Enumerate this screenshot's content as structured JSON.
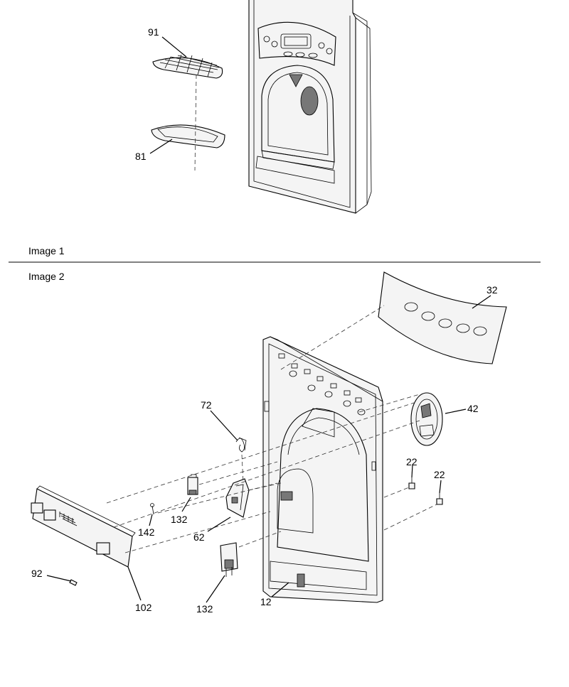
{
  "captions": {
    "image1": "Image 1",
    "image2": "Image 2"
  },
  "callouts": {
    "c91": "91",
    "c81": "81",
    "c32": "32",
    "c42": "42",
    "c72": "72",
    "c22a": "22",
    "c22b": "22",
    "c132a": "132",
    "c142": "142",
    "c62": "62",
    "c92": "92",
    "c102": "102",
    "c132b": "132",
    "c12": "12"
  }
}
